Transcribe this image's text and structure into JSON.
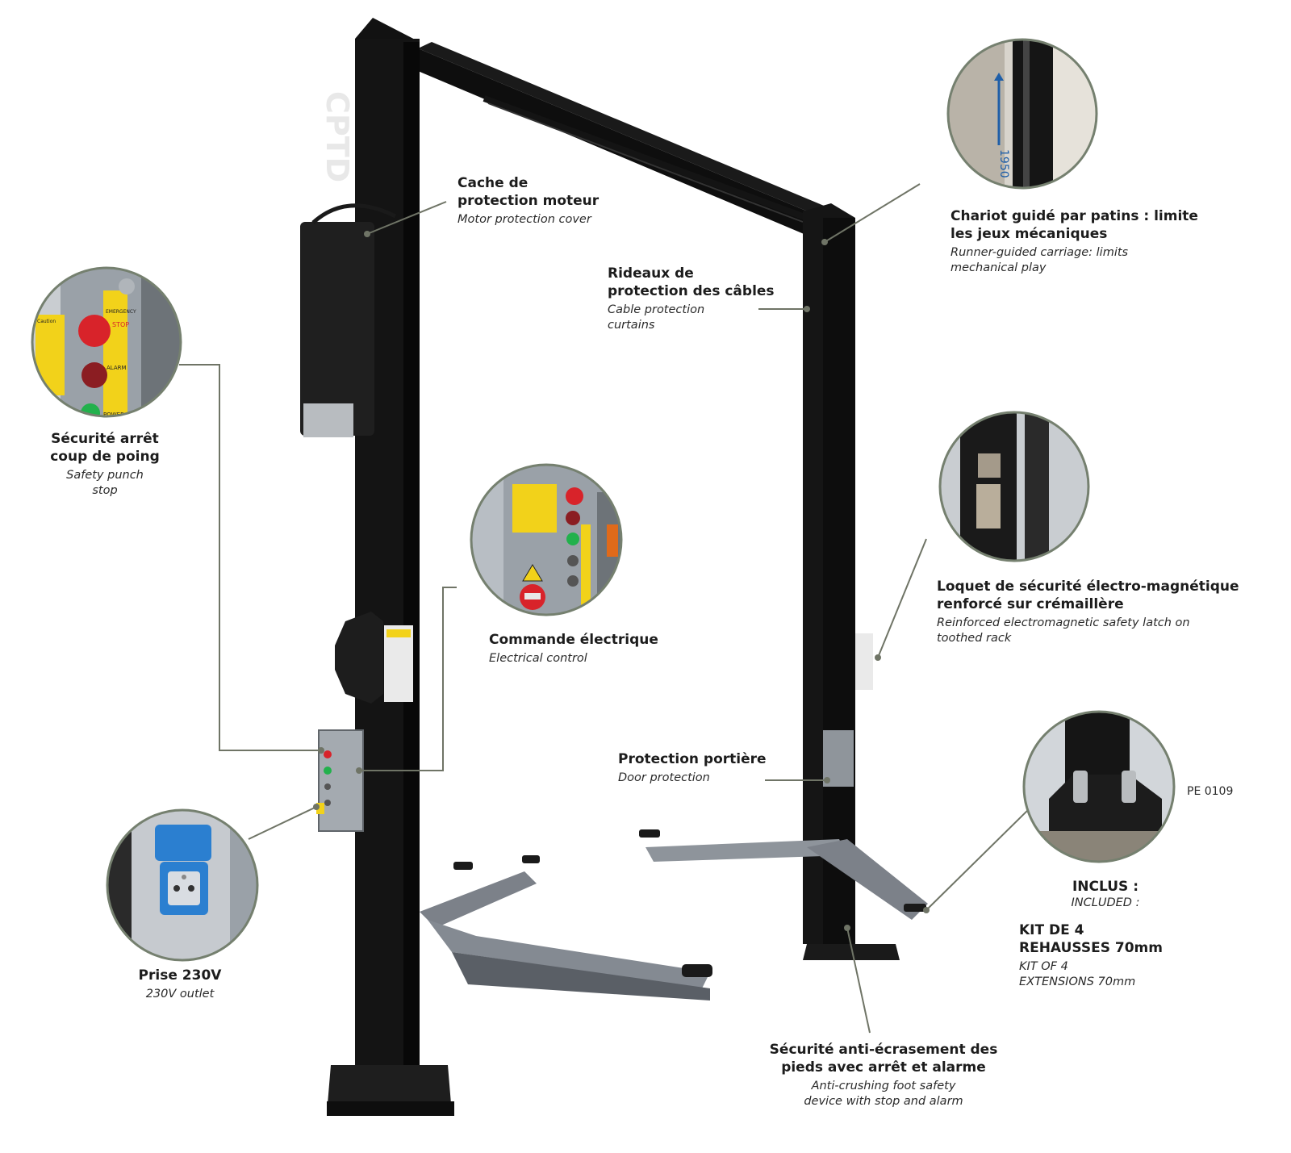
{
  "brand": {
    "logo": "CPTD"
  },
  "product_code": "PE 0109",
  "callouts": {
    "motor_cover": {
      "fr": "Cache de\nprotection moteur",
      "en": "Motor protection cover"
    },
    "carriage": {
      "fr": "Chariot guidé par patins : limite\nles jeux mécaniques",
      "en": "Runner-guided carriage: limits\nmechanical play"
    },
    "cable_curtains": {
      "fr": "Rideaux de\nprotection des câbles",
      "en": "Cable protection\ncurtains"
    },
    "punch_stop": {
      "fr": "Sécurité arrêt\ncoup de poing",
      "en": "Safety punch\nstop"
    },
    "electrical_control": {
      "fr": "Commande électrique",
      "en": "Electrical control"
    },
    "safety_latch": {
      "fr": "Loquet de sécurité électro-magnétique\nrenforcé sur crémaillère",
      "en": "Reinforced electromagnetic safety latch on\ntoothed rack"
    },
    "door_protection": {
      "fr": "Protection portière",
      "en": "Door protection"
    },
    "outlet": {
      "fr": "Prise 230V",
      "en": "230V outlet"
    },
    "included": {
      "fr": "INCLUS :",
      "en": "INCLUDED :"
    },
    "kit": {
      "fr": "KIT DE 4\nREHAUSSES 70mm",
      "en": "KIT OF 4\nEXTENSIONS 70mm"
    },
    "anti_crush": {
      "fr": "Sécurité anti-écrasement des\npieds avec arrêt et alarme",
      "en": "Anti-crushing foot safety\ndevice with stop and alarm"
    }
  },
  "insets": {
    "panel_labels": {
      "emergency": "EMERGENCY",
      "stop": "STOP",
      "alarm": "ALARM",
      "power": "POWER",
      "caution": "Caution"
    },
    "carriage_measure": "1950"
  },
  "colors": {
    "column": "#121212",
    "arm": "#7c8189",
    "arm_dark": "#5a5f66",
    "leader": "#6f7466",
    "inset_ring": "#75806f",
    "panel_grey": "#9aa1a8",
    "estop_red": "#d8232a",
    "warning_yellow": "#f2d21a",
    "outlet_blue": "#2b7fd0",
    "indicator_green": "#22b14c"
  }
}
